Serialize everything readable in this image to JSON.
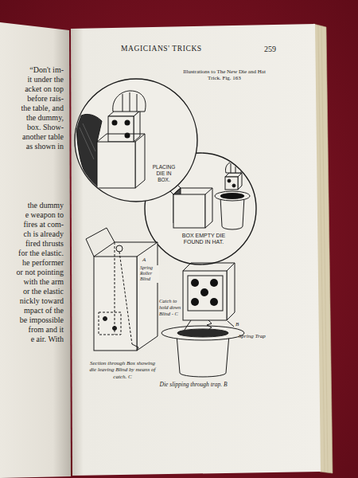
{
  "diagram": {
    "title": "MAGICIANS' TRICKS",
    "caption": "Illustrations to The New Die and Hat Trick. Fig. 163",
    "labels": [
      "“Don't im-",
      "it under the",
      "acket on top",
      "before rais-",
      "the table, and",
      "the dummy,",
      "box. Show-",
      "another table",
      "as shown in",
      "the dummy",
      "e weapon to",
      "fires at com-",
      "ch is already",
      "fired thrusts",
      "for the elastic.",
      "he performer",
      "or not pointing",
      "with the arm",
      "or the elastic",
      "nickly toward",
      "mpact of the",
      "be impossible",
      "from and it",
      "e air. With",
      "259",
      "PLACING DIE IN BOX.",
      "BOX EMPTY DIE FOUND IN HAT.",
      "A",
      "Spring Roller Blind",
      "Catch to hold down Blind - C",
      "Section through Box showing die leaving Blind by means of catch. C",
      "B",
      "Spring Trap",
      "Die slipping through trap. B"
    ]
  }
}
